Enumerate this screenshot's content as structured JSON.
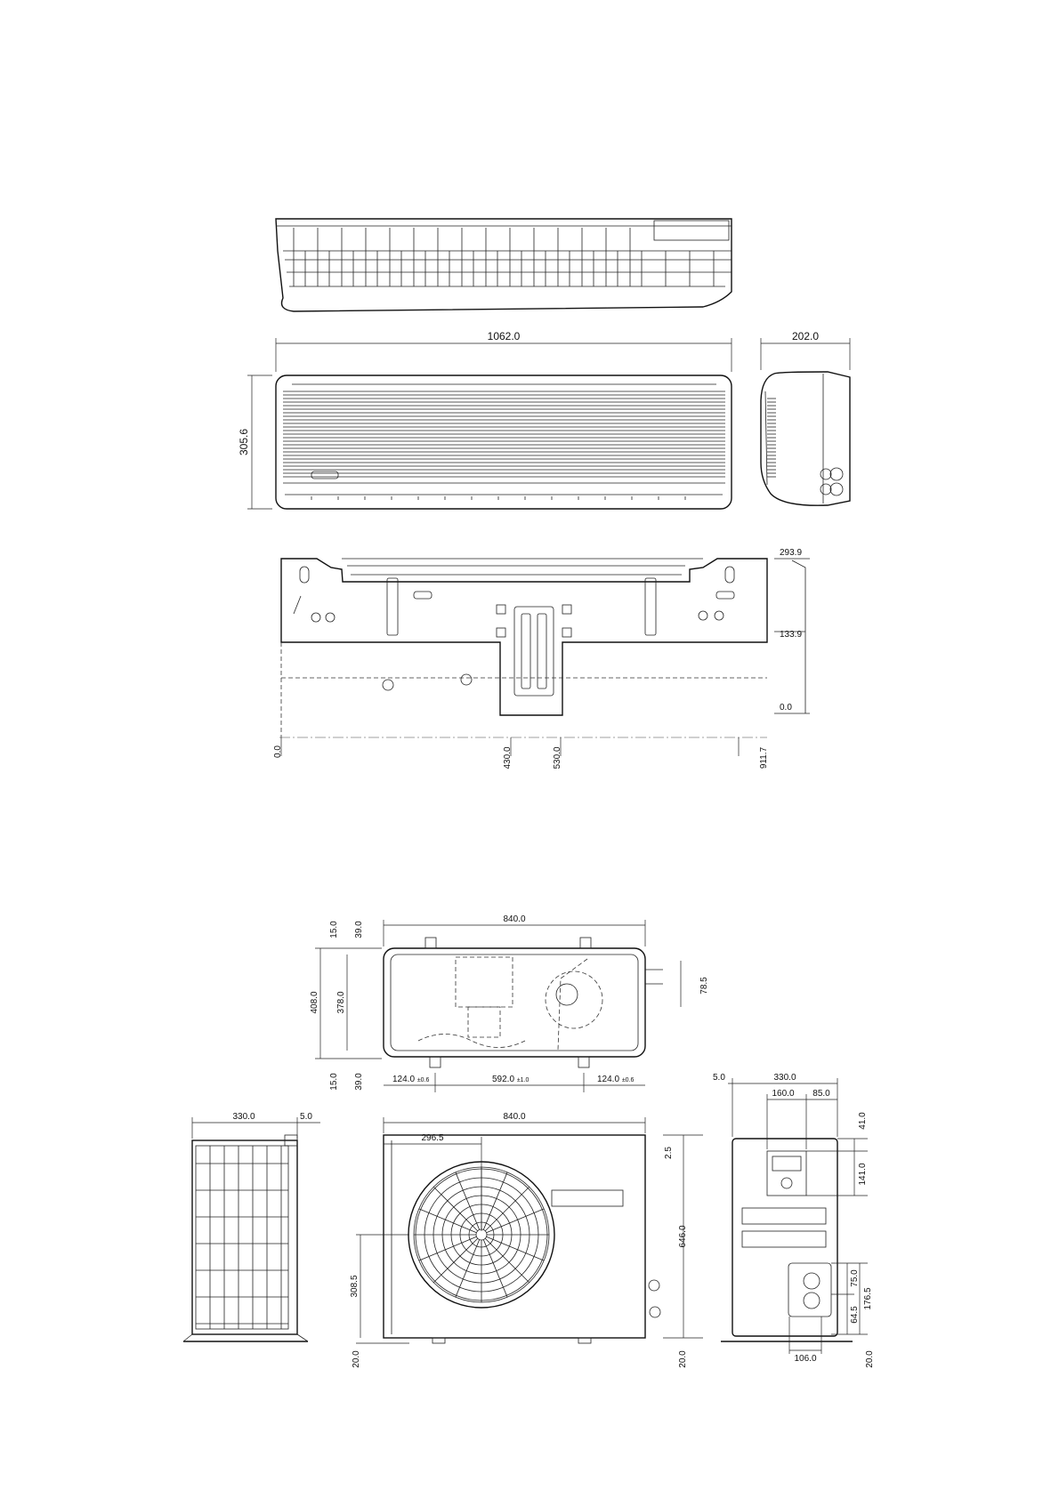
{
  "indoor_unit": {
    "width": "1062.0",
    "depth": "202.0",
    "height": "305.6",
    "mount_height": "293.9",
    "mount_mid": "133.9",
    "mount_zero_y": "0.0",
    "mount_zero_x": "0.0",
    "pos_a": "430.0",
    "pos_b": "530.0",
    "mount_width": "911.7"
  },
  "outdoor_top": {
    "width": "840.0",
    "edge_top": "15.0",
    "foot_top": "39.0",
    "depth": "408.0",
    "inner_depth": "378.0",
    "edge_bottom": "15.0",
    "foot_bottom": "39.0",
    "valve_offset": "78.5",
    "left_foot": "124.0",
    "left_tol": "±0.6",
    "foot_span": "592.0",
    "span_tol": "±1.0",
    "right_foot": "124.0",
    "right_tol": "±0.6"
  },
  "outdoor_front": {
    "width": "840.0",
    "fan_offset": "296.5",
    "top_gap": "2.5",
    "height": "646.0",
    "fan_height": "308.5",
    "base_left": "20.0",
    "base_right": "20.0"
  },
  "outdoor_side_left": {
    "depth": "330.0",
    "overhang": "5.0"
  },
  "outdoor_side_right": {
    "overhang": "5.0",
    "depth": "330.0",
    "panel_w": "160.0",
    "panel_gap": "85.0",
    "panel_top": "41.0",
    "panel_h": "141.0",
    "pipe_a": "75.0",
    "pipe_b": "64.5",
    "pipe_h": "176.5",
    "pipe_w": "106.0",
    "base": "20.0"
  }
}
